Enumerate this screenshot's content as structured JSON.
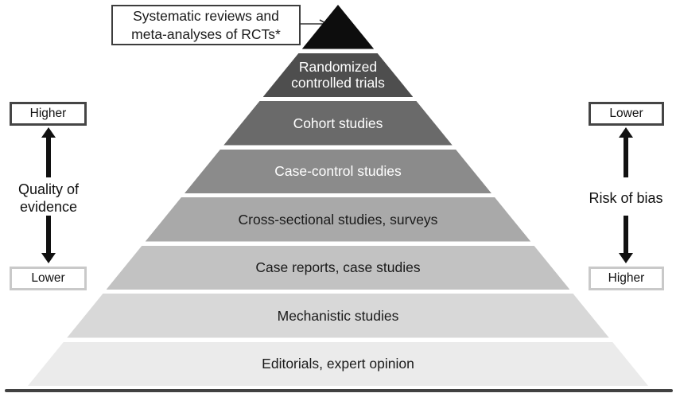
{
  "figure": {
    "callout": {
      "line1": "Systematic reviews and",
      "line2": "meta-analyses of RCTs*"
    },
    "pyramid": {
      "levels": [
        {
          "name": "systematic-reviews-apex",
          "label": "",
          "color": "#0d0d0d",
          "text_color": "#ffffff"
        },
        {
          "name": "randomized-controlled-trials",
          "label": "Randomized controlled trials",
          "color": "#4e4e4e",
          "text_color": "#ffffff"
        },
        {
          "name": "cohort-studies",
          "label": "Cohort studies",
          "color": "#6a6a6a",
          "text_color": "#ffffff"
        },
        {
          "name": "case-control-studies",
          "label": "Case-control studies",
          "color": "#8b8b8b",
          "text_color": "#ffffff"
        },
        {
          "name": "cross-sectional-studies-surveys",
          "label": "Cross-sectional studies, surveys",
          "color": "#a9a9a9",
          "text_color": "#1a1a1a"
        },
        {
          "name": "case-reports-case-studies",
          "label": "Case reports, case studies",
          "color": "#c2c2c2",
          "text_color": "#1a1a1a"
        },
        {
          "name": "mechanistic-studies",
          "label": "Mechanistic studies",
          "color": "#d8d8d8",
          "text_color": "#1a1a1a"
        },
        {
          "name": "editorials-expert-opinion",
          "label": "Editorials, expert opinion",
          "color": "#ebebeb",
          "text_color": "#1a1a1a"
        }
      ]
    },
    "left_axis": {
      "top_box": "Higher",
      "label_line1": "Quality of",
      "label_line2": "evidence",
      "bottom_box": "Lower"
    },
    "right_axis": {
      "top_box": "Lower",
      "label": "Risk of bias",
      "bottom_box": "Higher"
    }
  },
  "colors": {
    "arrow": "#111111",
    "dark_box_border": "#454545",
    "light_box_border": "#c9c9c9",
    "baseline": "#424242"
  }
}
